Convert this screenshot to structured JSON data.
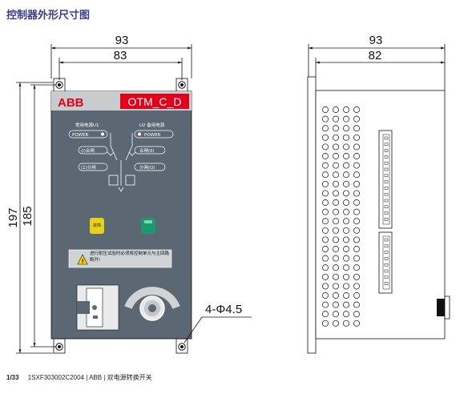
{
  "page": {
    "title": "控制器外形尺寸图",
    "footer": {
      "page": "1/33",
      "doc": "1SXF303002C2004 | ABB | 双电源转换开关"
    }
  },
  "front_view": {
    "dim_overall_width": "93",
    "dim_hole_width": "83",
    "dim_overall_height": "197",
    "dim_hole_height": "185",
    "hole_label": "4-Φ4.5",
    "brand": "ABB",
    "model": "OTM_C_D",
    "panel": {
      "u1_label": "常用电源U1",
      "u2_label": "U2 备用电源",
      "power_left": "POWER",
      "power_right": "POWER",
      "left_i": "(I)合闸",
      "left_o": "(1)分闸",
      "right_ii": "合闸(II)",
      "right_o": "分闸(O)",
      "fault_label": "故障",
      "warning_text": "进行耐压试验时必须将控制单元与主回路断开!"
    }
  },
  "side_view": {
    "dim_overall_width": "93",
    "dim_inner_width": "82"
  },
  "colors": {
    "title": "#3a3a90",
    "panel": "#5b6873",
    "brand_red": "#e2001a",
    "indicator_yellow": "#e8d11a",
    "indicator_green": "#1c9a6d"
  }
}
